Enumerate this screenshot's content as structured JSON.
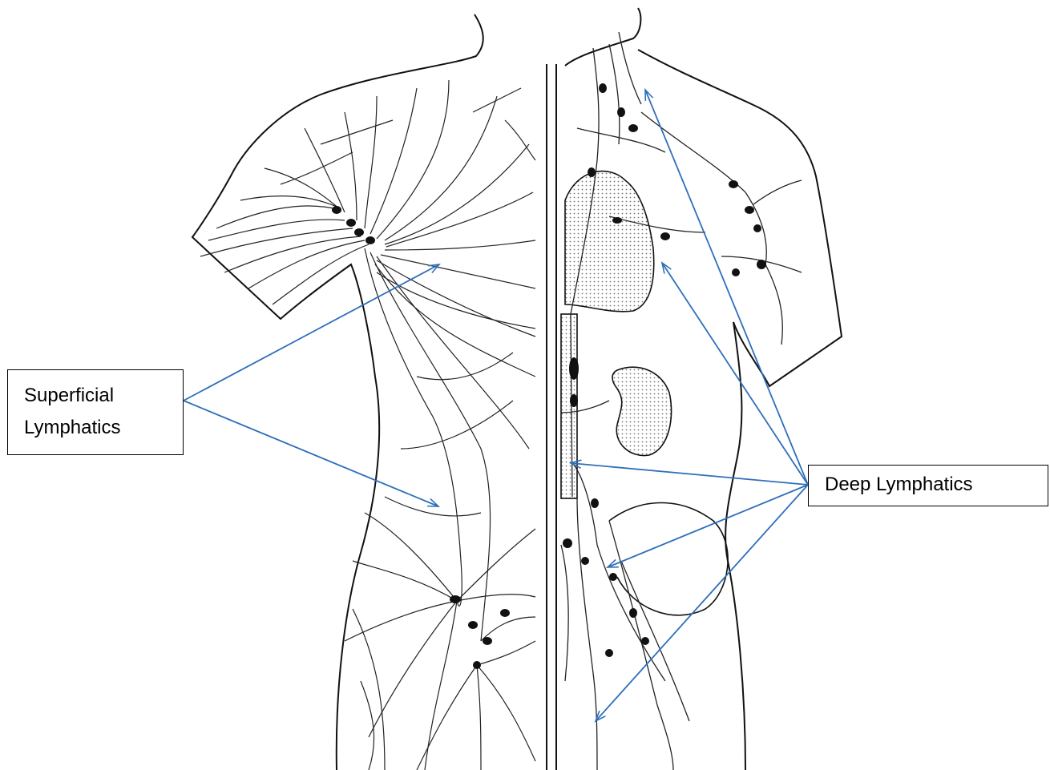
{
  "labels": {
    "superficial": {
      "line1": "Superficial",
      "line2": "Lymphatics"
    },
    "deep": {
      "text": "Deep Lymphatics"
    }
  },
  "colors": {
    "arrow": "#2f6fba",
    "outline": "#111111",
    "shading": "#cfcfcf"
  },
  "icons": {
    "node": "lymph-node-icon"
  }
}
